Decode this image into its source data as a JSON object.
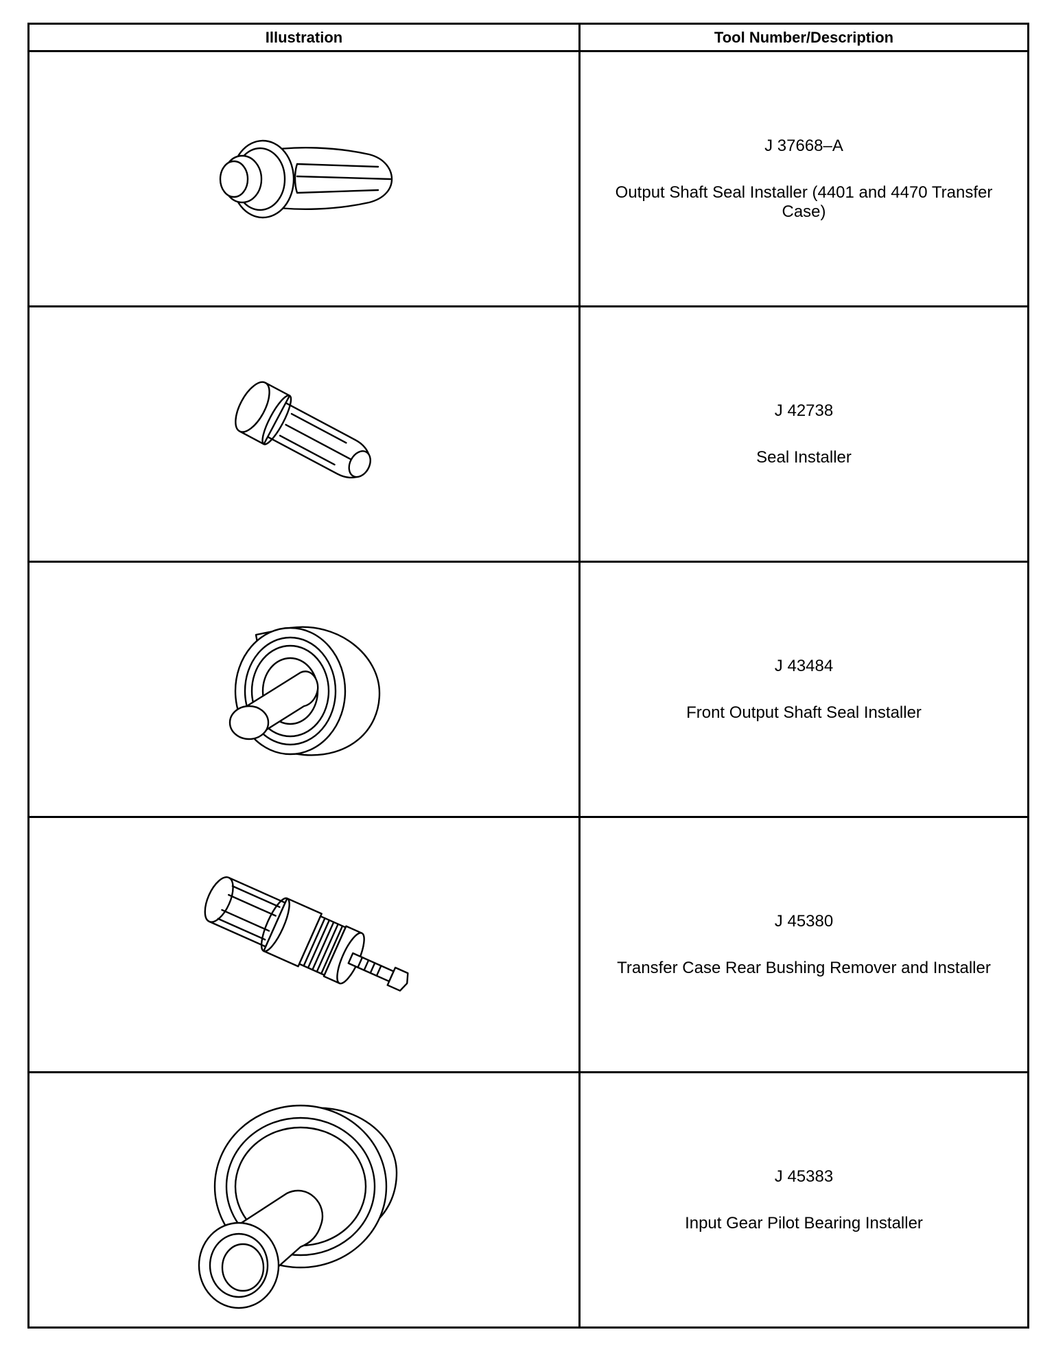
{
  "table": {
    "headers": {
      "illustration": "Illustration",
      "tool": "Tool Number/Description"
    },
    "rows": [
      {
        "tool_number": "J 37668–A",
        "description": "Output Shaft Seal Installer (4401 and 4470 Transfer Case)",
        "illustration_icon": "output-shaft-seal-installer-icon"
      },
      {
        "tool_number": "J 42738",
        "description": "Seal Installer",
        "illustration_icon": "seal-installer-icon"
      },
      {
        "tool_number": "J 43484",
        "description": "Front Output Shaft Seal Installer",
        "illustration_icon": "front-output-shaft-seal-installer-icon"
      },
      {
        "tool_number": "J 45380",
        "description": "Transfer Case Rear Bushing Remover and Installer",
        "illustration_icon": "rear-bushing-remover-installer-icon"
      },
      {
        "tool_number": "J 45383",
        "description": "Input Gear Pilot Bearing Installer",
        "illustration_icon": "pilot-bearing-installer-icon"
      }
    ]
  }
}
